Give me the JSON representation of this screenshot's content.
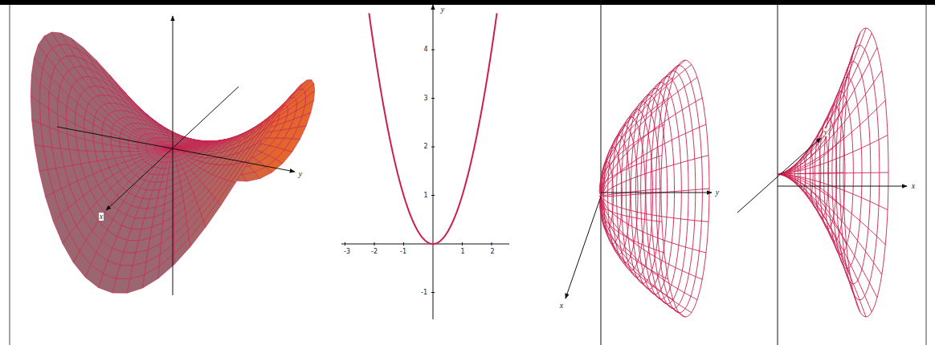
{
  "diagram": {
    "labels": [
      "x",
      "y",
      "y",
      "4",
      "3",
      "2",
      "1",
      "-1",
      "-3",
      "-2",
      "-1",
      "1",
      "2",
      "y",
      "x",
      "y",
      "x"
    ]
  }
}
